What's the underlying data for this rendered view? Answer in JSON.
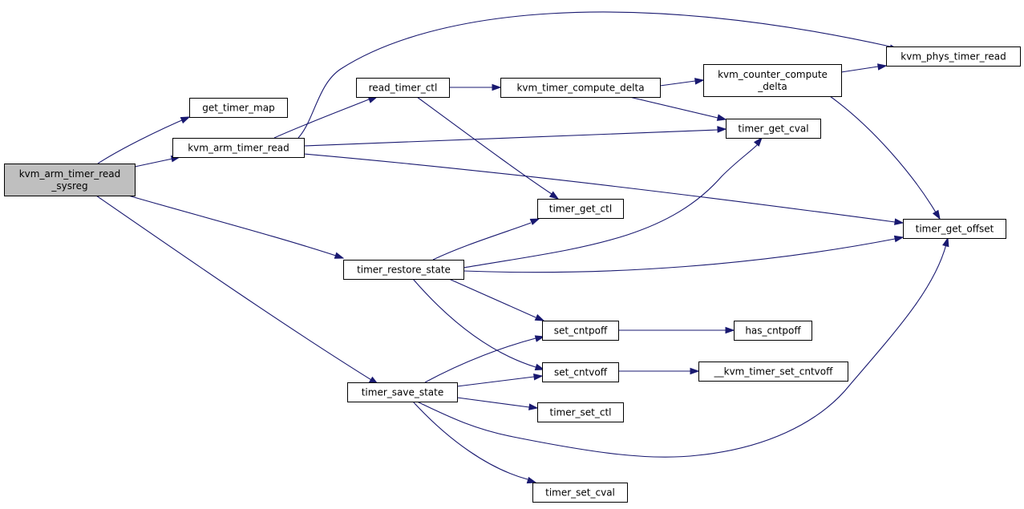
{
  "colors": {
    "edge": "#191970",
    "root_fill": "#bfbfbf",
    "node_fill": "#ffffff",
    "node_border": "#000000"
  },
  "nodes": [
    {
      "id": "n_root",
      "lines": [
        "kvm_arm_timer_read",
        "_sysreg"
      ],
      "root": true
    },
    {
      "id": "n_get_timer_map",
      "lines": [
        "get_timer_map"
      ]
    },
    {
      "id": "n_kvm_arm_timer_read",
      "lines": [
        "kvm_arm_timer_read"
      ]
    },
    {
      "id": "n_read_timer_ctl",
      "lines": [
        "read_timer_ctl"
      ]
    },
    {
      "id": "n_kvm_timer_compute_delta",
      "lines": [
        "kvm_timer_compute_delta"
      ]
    },
    {
      "id": "n_kvm_counter_compute_delta",
      "lines": [
        "kvm_counter_compute",
        "_delta"
      ]
    },
    {
      "id": "n_kvm_phys_timer_read",
      "lines": [
        "kvm_phys_timer_read"
      ]
    },
    {
      "id": "n_timer_get_cval",
      "lines": [
        "timer_get_cval"
      ]
    },
    {
      "id": "n_timer_get_ctl",
      "lines": [
        "timer_get_ctl"
      ]
    },
    {
      "id": "n_timer_get_offset",
      "lines": [
        "timer_get_offset"
      ]
    },
    {
      "id": "n_timer_restore_state",
      "lines": [
        "timer_restore_state"
      ]
    },
    {
      "id": "n_set_cntpoff",
      "lines": [
        "set_cntpoff"
      ]
    },
    {
      "id": "n_has_cntpoff",
      "lines": [
        "has_cntpoff"
      ]
    },
    {
      "id": "n_set_cntvoff",
      "lines": [
        "set_cntvoff"
      ]
    },
    {
      "id": "n_kvm_timer_set_cntvoff",
      "lines": [
        "__kvm_timer_set_cntvoff"
      ]
    },
    {
      "id": "n_timer_save_state",
      "lines": [
        "timer_save_state"
      ]
    },
    {
      "id": "n_timer_set_ctl",
      "lines": [
        "timer_set_ctl"
      ]
    },
    {
      "id": "n_timer_set_cval",
      "lines": [
        "timer_set_cval"
      ]
    }
  ],
  "edges": [
    {
      "from": "n_root",
      "to": "n_get_timer_map"
    },
    {
      "from": "n_root",
      "to": "n_kvm_arm_timer_read"
    },
    {
      "from": "n_root",
      "to": "n_timer_restore_state"
    },
    {
      "from": "n_root",
      "to": "n_timer_save_state"
    },
    {
      "from": "n_kvm_arm_timer_read",
      "to": "n_read_timer_ctl"
    },
    {
      "from": "n_kvm_arm_timer_read",
      "to": "n_kvm_phys_timer_read"
    },
    {
      "from": "n_kvm_arm_timer_read",
      "to": "n_timer_get_cval"
    },
    {
      "from": "n_kvm_arm_timer_read",
      "to": "n_timer_get_offset"
    },
    {
      "from": "n_read_timer_ctl",
      "to": "n_kvm_timer_compute_delta"
    },
    {
      "from": "n_read_timer_ctl",
      "to": "n_timer_get_ctl"
    },
    {
      "from": "n_kvm_timer_compute_delta",
      "to": "n_kvm_counter_compute_delta"
    },
    {
      "from": "n_kvm_timer_compute_delta",
      "to": "n_timer_get_cval"
    },
    {
      "from": "n_kvm_counter_compute_delta",
      "to": "n_kvm_phys_timer_read"
    },
    {
      "from": "n_kvm_counter_compute_delta",
      "to": "n_timer_get_offset"
    },
    {
      "from": "n_timer_restore_state",
      "to": "n_timer_get_ctl"
    },
    {
      "from": "n_timer_restore_state",
      "to": "n_timer_get_cval"
    },
    {
      "from": "n_timer_restore_state",
      "to": "n_timer_get_offset"
    },
    {
      "from": "n_timer_restore_state",
      "to": "n_set_cntpoff"
    },
    {
      "from": "n_timer_restore_state",
      "to": "n_set_cntvoff"
    },
    {
      "from": "n_set_cntpoff",
      "to": "n_has_cntpoff"
    },
    {
      "from": "n_set_cntvoff",
      "to": "n_kvm_timer_set_cntvoff"
    },
    {
      "from": "n_timer_save_state",
      "to": "n_set_cntpoff"
    },
    {
      "from": "n_timer_save_state",
      "to": "n_set_cntvoff"
    },
    {
      "from": "n_timer_save_state",
      "to": "n_timer_set_ctl"
    },
    {
      "from": "n_timer_save_state",
      "to": "n_timer_set_cval"
    },
    {
      "from": "n_timer_save_state",
      "to": "n_timer_get_offset"
    }
  ]
}
